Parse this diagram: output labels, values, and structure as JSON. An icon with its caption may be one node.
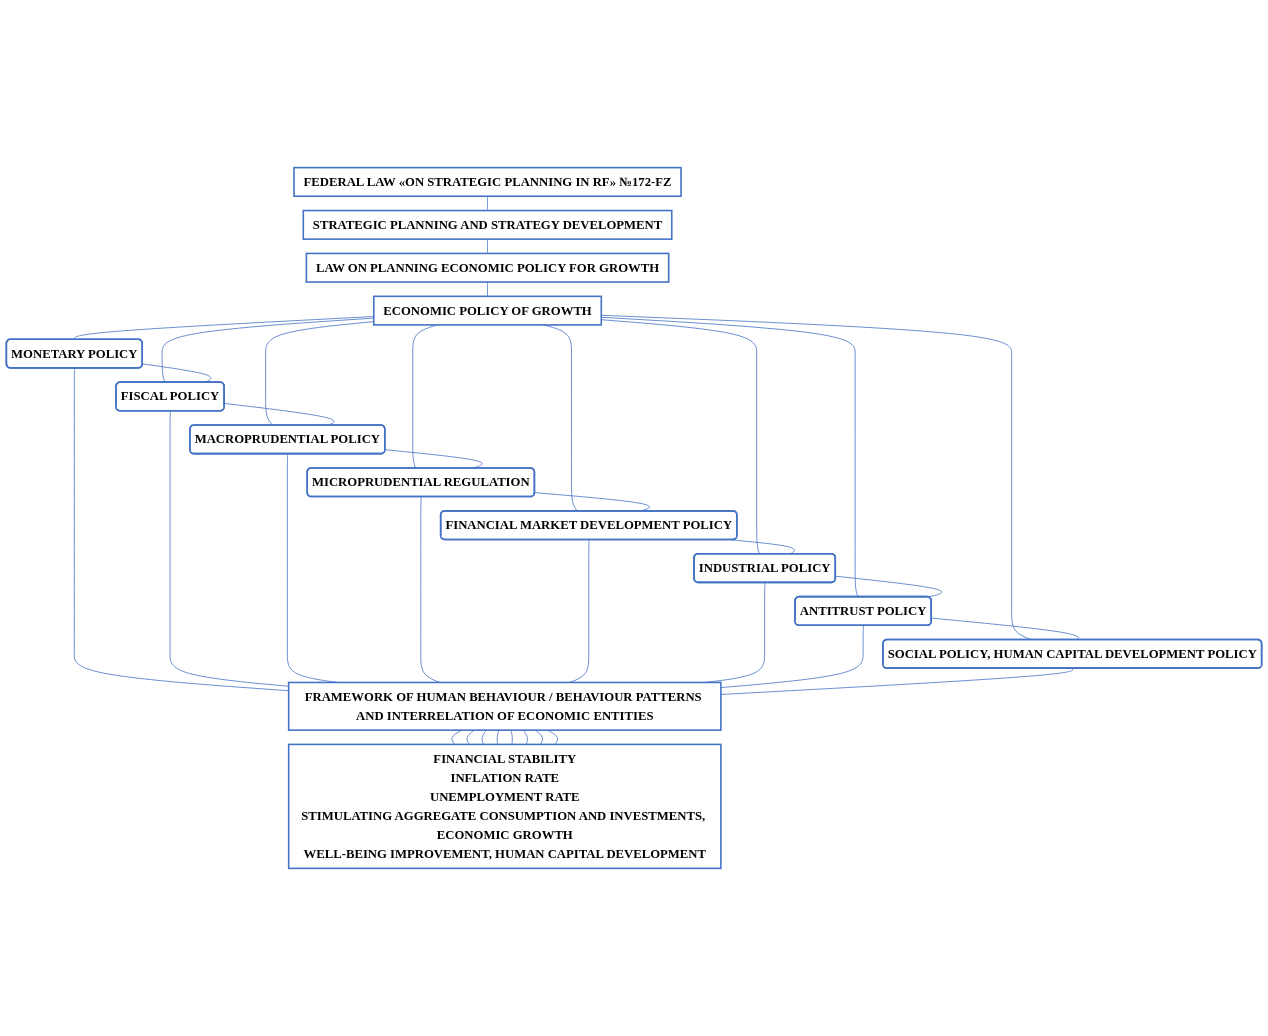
{
  "diagram": {
    "nodes": [
      {
        "text": [
          "FEDERAL LAW «ON STRATEGIC PLANNING IN RF» №172-FZ"
        ]
      },
      {
        "text": [
          "STRATEGIC PLANNING AND STRATEGY DEVELOPMENT"
        ]
      },
      {
        "text": [
          "LAW ON PLANNING ECONOMIC POLICY FOR GROWTH"
        ]
      },
      {
        "text": [
          "ECONOMIC POLICY OF GROWTH"
        ]
      },
      {
        "text": [
          "MONETARY POLICY"
        ]
      },
      {
        "text": [
          "FISCAL POLICY"
        ]
      },
      {
        "text": [
          "MACROPRUDENTIAL POLICY"
        ]
      },
      {
        "text": [
          "MICROPRUDENTIAL REGULATION"
        ]
      },
      {
        "text": [
          "FINANCIAL MARKET DEVELOPMENT POLICY"
        ]
      },
      {
        "text": [
          "INDUSTRIAL POLICY"
        ]
      },
      {
        "text": [
          "ANTITRUST POLICY"
        ]
      },
      {
        "text": [
          "SOCIAL POLICY, HUMAN CAPITAL DEVELOPMENT POLICY"
        ]
      },
      {
        "text": [
          "FRAMEWORK OF HUMAN BEHAVIOUR / BEHAVIOUR PATTERNS AND INTERRELATION OF ECONOMIC ENTITIES"
        ]
      },
      {
        "text": [
          "FINANCIAL STABILITY",
          "INFLATION RATE",
          "UNEMPLOYMENT RATE",
          "STIMULATING AGGREGATE CONSUMPTION AND INVESTMENTS, ECONOMIC GROWTH",
          "WELL-BEING IMPROVEMENT, HUMAN CAPITAL DEVELOPMENT"
        ]
      }
    ],
    "edges": [
      {
        "from": 0,
        "to": 1,
        "arrow": "none"
      },
      {
        "from": 1,
        "to": 2,
        "arrow": "none"
      },
      {
        "from": 2,
        "to": 3,
        "arrow": "none"
      },
      {
        "from": 3,
        "to": 4,
        "arrow": "none"
      },
      {
        "from": 3,
        "to": 5,
        "arrow": "none"
      },
      {
        "from": 3,
        "to": 6,
        "arrow": "none"
      },
      {
        "from": 3,
        "to": 7,
        "arrow": "none"
      },
      {
        "from": 3,
        "to": 8,
        "arrow": "none"
      },
      {
        "from": 3,
        "to": 9,
        "arrow": "none"
      },
      {
        "from": 3,
        "to": 10,
        "arrow": "none"
      },
      {
        "from": 3,
        "to": 11,
        "arrow": "none"
      },
      {
        "from": 4,
        "to": 5,
        "arrow": "none"
      },
      {
        "from": 5,
        "to": 6,
        "arrow": "none"
      },
      {
        "from": 6,
        "to": 7,
        "arrow": "none"
      },
      {
        "from": 7,
        "to": 8,
        "arrow": "none"
      },
      {
        "from": 8,
        "to": 9,
        "arrow": "none"
      },
      {
        "from": 9,
        "to": 10,
        "arrow": "none"
      },
      {
        "from": 10,
        "to": 11,
        "arrow": "none"
      },
      {
        "from": 4,
        "to": 12,
        "arrow": "none"
      },
      {
        "from": 5,
        "to": 12,
        "arrow": "none"
      },
      {
        "from": 6,
        "to": 12,
        "arrow": "none"
      },
      {
        "from": 7,
        "to": 12,
        "arrow": "none"
      },
      {
        "from": 8,
        "to": 12,
        "arrow": "none"
      },
      {
        "from": 9,
        "to": 12,
        "arrow": "none"
      },
      {
        "from": 10,
        "to": 12,
        "arrow": "none"
      },
      {
        "from": 11,
        "to": 12,
        "arrow": "none"
      },
      {
        "from": 12,
        "to": 13,
        "arrow": "none"
      },
      {
        "from": 12,
        "to": 13,
        "arrow": "none"
      },
      {
        "from": 12,
        "to": 13,
        "arrow": "none"
      },
      {
        "from": 12,
        "to": 13,
        "arrow": "none"
      },
      {
        "from": 12,
        "to": 13,
        "arrow": "none"
      },
      {
        "from": 12,
        "to": 13,
        "arrow": "none"
      },
      {
        "from": 12,
        "to": 13,
        "arrow": "none"
      },
      {
        "from": 12,
        "to": 13,
        "arrow": "none"
      }
    ]
  }
}
